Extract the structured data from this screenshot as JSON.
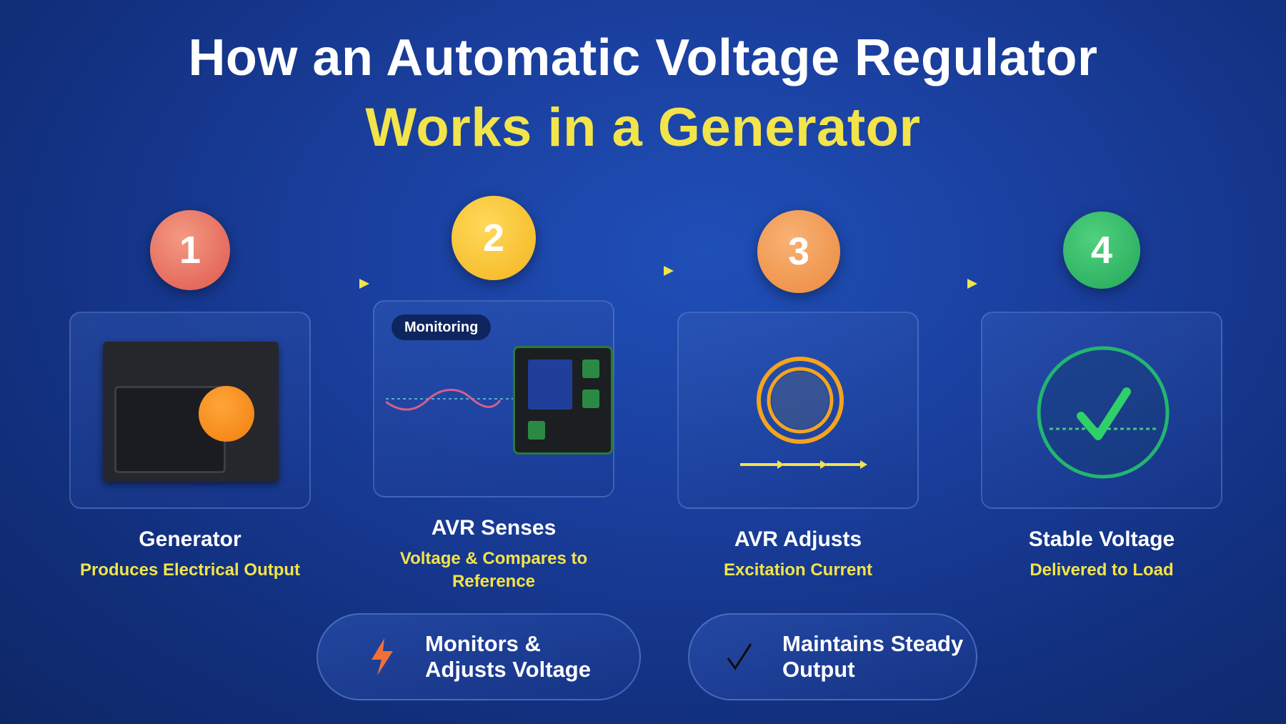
{
  "title": {
    "line1": "How an Automatic Voltage Regulator",
    "line2": "Works in a Generator"
  },
  "steps": [
    {
      "number": "1",
      "title": "Generator",
      "subtitle": "Produces Electrical Output",
      "color": "#e0574e"
    },
    {
      "number": "2",
      "title": "AVR Senses",
      "subtitle": "Voltage & Compares to Reference",
      "badge": "Monitoring",
      "color": "#f3b51f"
    },
    {
      "number": "3",
      "title": "AVR Adjusts",
      "subtitle": "Excitation Current",
      "color": "#ec8a3d"
    },
    {
      "number": "4",
      "title": "Stable Voltage",
      "subtitle": "Delivered to Load",
      "color": "#23a85a"
    }
  ],
  "highlights": [
    {
      "icon": "lightning-bolt-icon",
      "label": "Monitors & Adjusts Voltage"
    },
    {
      "icon": "checkmark-icon",
      "label": "Maintains Steady Output"
    }
  ],
  "colors": {
    "accent_yellow": "#f2e44a",
    "background": "#1a3f9e"
  }
}
